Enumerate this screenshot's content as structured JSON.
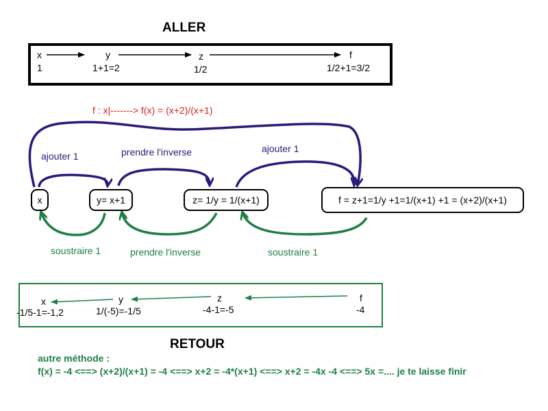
{
  "aller": {
    "title": "ALLER",
    "x_label": "x",
    "x_value": "1",
    "y_label": "y",
    "y_value": "1+1=2",
    "z_label": "z",
    "z_value": "1/2",
    "f_label": "f",
    "f_value": "1/2+1=3/2"
  },
  "function_def": "f : x|-------> f(x) = (x+2)/(x+1)",
  "nodes": {
    "x": "x",
    "y": "y= x+1",
    "z": "z= 1/y = 1/(x+1)",
    "f": "f = z+1=1/y +1=1/(x+1) +1 = (x+2)/(x+1)"
  },
  "forward_ops": {
    "add1_first": "ajouter 1",
    "inverse": "prendre l'inverse",
    "add1_second": "ajouter 1"
  },
  "backward_ops": {
    "subtract1_first": "soustraire 1",
    "inverse": "prendre l'inverse",
    "subtract1_second": "soustraire 1"
  },
  "retour": {
    "title": "RETOUR",
    "x_label": "x",
    "x_value": "-1/5-1=-1,2",
    "y_label": "y",
    "y_value": "1/(-5)=-1/5",
    "z_label": "z",
    "z_value": "-4-1=-5",
    "f_label": "f",
    "f_value": "-4"
  },
  "method": {
    "heading": "autre méthode :",
    "line": "f(x) = -4 <==> (x+2)/(x+1) = -4 <==> x+2 = -4*(x+1) <==> x+2 = -4x -4 <==> 5x =.... je te laisse finir"
  },
  "colors": {
    "forward": "#2b1a7a",
    "backward": "#1e7f45",
    "function_def": "#e0201a"
  }
}
